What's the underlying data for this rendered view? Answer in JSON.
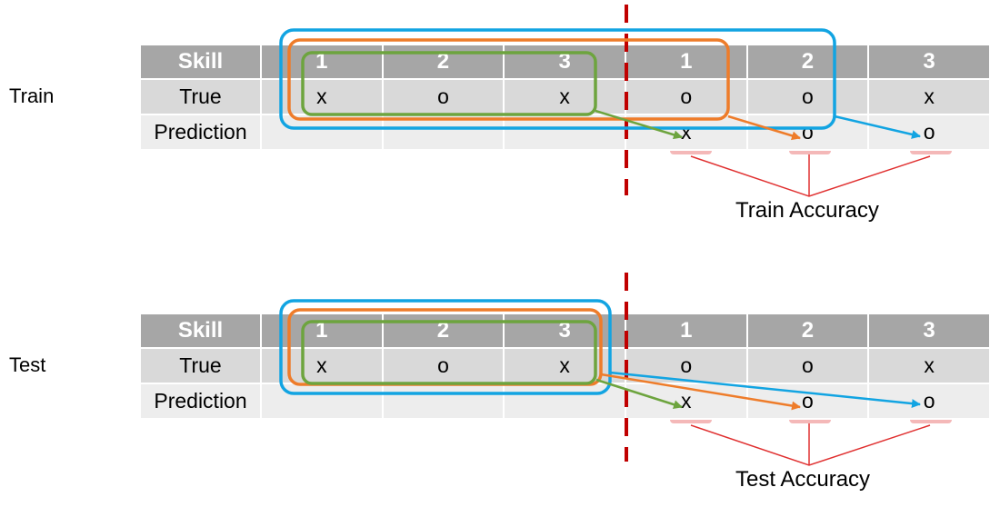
{
  "panels": [
    {
      "label": "Train",
      "columns": [
        "Skill",
        "1",
        "2",
        "3",
        "1",
        "2",
        "3"
      ],
      "rows": [
        {
          "label": "True",
          "cells": [
            "x",
            "o",
            "x",
            "o",
            "o",
            "x"
          ]
        },
        {
          "label": "Prediction",
          "cells": [
            "",
            "",
            "",
            "x",
            "o",
            "o"
          ]
        }
      ],
      "accuracy_label": "Train Accuracy"
    },
    {
      "label": "Test",
      "columns": [
        "Skill",
        "1",
        "2",
        "3",
        "1",
        "2",
        "3"
      ],
      "rows": [
        {
          "label": "True",
          "cells": [
            "x",
            "o",
            "x",
            "o",
            "o",
            "x"
          ]
        },
        {
          "label": "Prediction",
          "cells": [
            "",
            "",
            "",
            "x",
            "o",
            "o"
          ]
        }
      ],
      "accuracy_label": "Test Accuracy"
    }
  ],
  "colors": {
    "header_bg": "#a6a6a6",
    "row1_bg": "#d9d9d9",
    "row2_bg": "#ededed",
    "blue": "#12a4e2",
    "orange": "#ee7c2a",
    "green": "#6da43e",
    "divider": "#c00000",
    "highlight": "#f4b8b8",
    "bracket": "#e03030"
  }
}
